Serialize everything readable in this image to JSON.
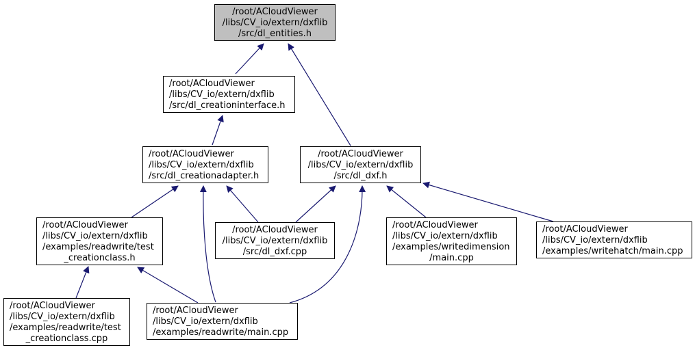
{
  "diagram": {
    "title": "Include dependency graph for dl_entities.h",
    "edge_color": "#191970",
    "root_fill": "#bfbfbf",
    "nodes": {
      "entities": {
        "lines": [
          "/root/ACloudViewer",
          "/libs/CV_io/extern/dxflib",
          "/src/dl_entities.h"
        ]
      },
      "creationinterface": {
        "lines": [
          "/root/ACloudViewer",
          "/libs/CV_io/extern/dxflib",
          "/src/dl_creationinterface.h"
        ]
      },
      "creationadapter": {
        "lines": [
          "/root/ACloudViewer",
          "/libs/CV_io/extern/dxflib",
          "/src/dl_creationadapter.h"
        ]
      },
      "dxf_h": {
        "lines": [
          "/root/ACloudViewer",
          "/libs/CV_io/extern/dxflib",
          "/src/dl_dxf.h"
        ]
      },
      "test_creationclass_h": {
        "lines": [
          "/root/ACloudViewer",
          "/libs/CV_io/extern/dxflib",
          "/examples/readwrite/test",
          "_creationclass.h"
        ]
      },
      "dxf_cpp": {
        "lines": [
          "/root/ACloudViewer",
          "/libs/CV_io/extern/dxflib",
          "/src/dl_dxf.cpp"
        ]
      },
      "writedimension_main": {
        "lines": [
          "/root/ACloudViewer",
          "/libs/CV_io/extern/dxflib",
          "/examples/writedimension",
          "/main.cpp"
        ]
      },
      "writehatch_main": {
        "lines": [
          "/root/ACloudViewer",
          "/libs/CV_io/extern/dxflib",
          "/examples/writehatch/main.cpp"
        ]
      },
      "test_creationclass_cpp": {
        "lines": [
          "/root/ACloudViewer",
          "/libs/CV_io/extern/dxflib",
          "/examples/readwrite/test",
          "_creationclass.cpp"
        ]
      },
      "readwrite_main": {
        "lines": [
          "/root/ACloudViewer",
          "/libs/CV_io/extern/dxflib",
          "/examples/readwrite/main.cpp"
        ]
      }
    },
    "edges": [
      {
        "from": "creationinterface",
        "to": "entities"
      },
      {
        "from": "dxf_h",
        "to": "entities"
      },
      {
        "from": "creationadapter",
        "to": "creationinterface"
      },
      {
        "from": "test_creationclass_h",
        "to": "creationadapter"
      },
      {
        "from": "dxf_cpp",
        "to": "creationadapter"
      },
      {
        "from": "readwrite_main",
        "to": "creationadapter"
      },
      {
        "from": "dxf_cpp",
        "to": "dxf_h"
      },
      {
        "from": "readwrite_main",
        "to": "dxf_h"
      },
      {
        "from": "writedimension_main",
        "to": "dxf_h"
      },
      {
        "from": "writehatch_main",
        "to": "dxf_h"
      },
      {
        "from": "test_creationclass_cpp",
        "to": "test_creationclass_h"
      },
      {
        "from": "readwrite_main",
        "to": "test_creationclass_h"
      }
    ]
  }
}
